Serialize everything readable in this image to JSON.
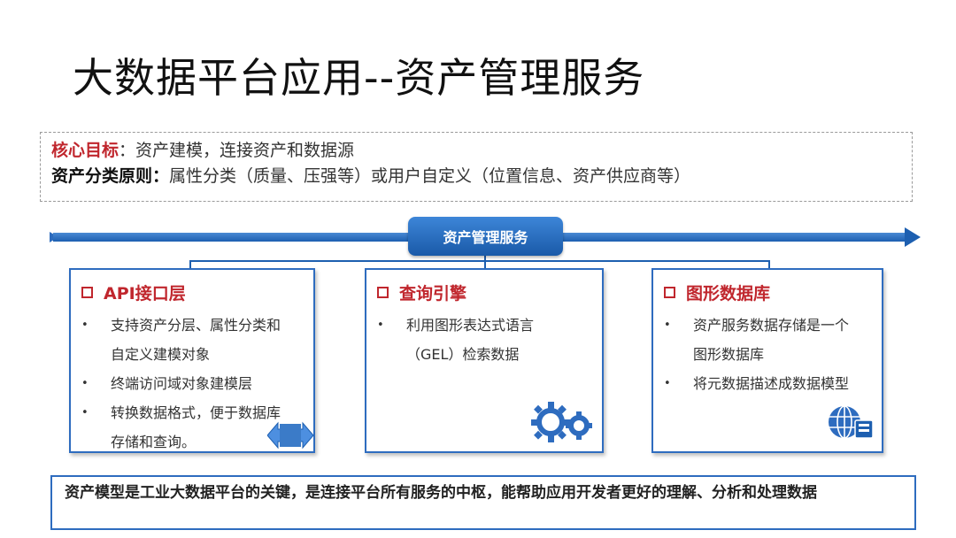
{
  "title": "大数据平台应用--资产管理服务",
  "goals": {
    "line1_key": "核心目标",
    "line1_text": "：资产建模，连接资产和数据源",
    "line2_key": "资产分类原则：",
    "line2_text": "属性分类（质量、压强等）或用户自定义（位置信息、资产供应商等）"
  },
  "service_badge": "资产管理服务",
  "cards": [
    {
      "title": "API接口层",
      "items": [
        "支持资产分层、属性分类和",
        "自定义建模对象",
        "终端访问域对象建模层",
        "转换数据格式，便于数据库",
        "存储和查询。"
      ]
    },
    {
      "title": "查询引擎",
      "items": [
        "利用图形表达式语言",
        "（GEL）检索数据"
      ]
    },
    {
      "title": "图形数据库",
      "items": [
        "资产服务数据存储是一个",
        "图形数据库",
        "将元数据描述成数据模型"
      ]
    }
  ],
  "summary": "资产模型是工业大数据平台的关键，是连接平台所有服务的中枢，能帮助应用开发者更好的理解、分析和处理数据",
  "colors": {
    "accent_red": "#c0262d",
    "accent_blue": "#1d5fb0"
  }
}
